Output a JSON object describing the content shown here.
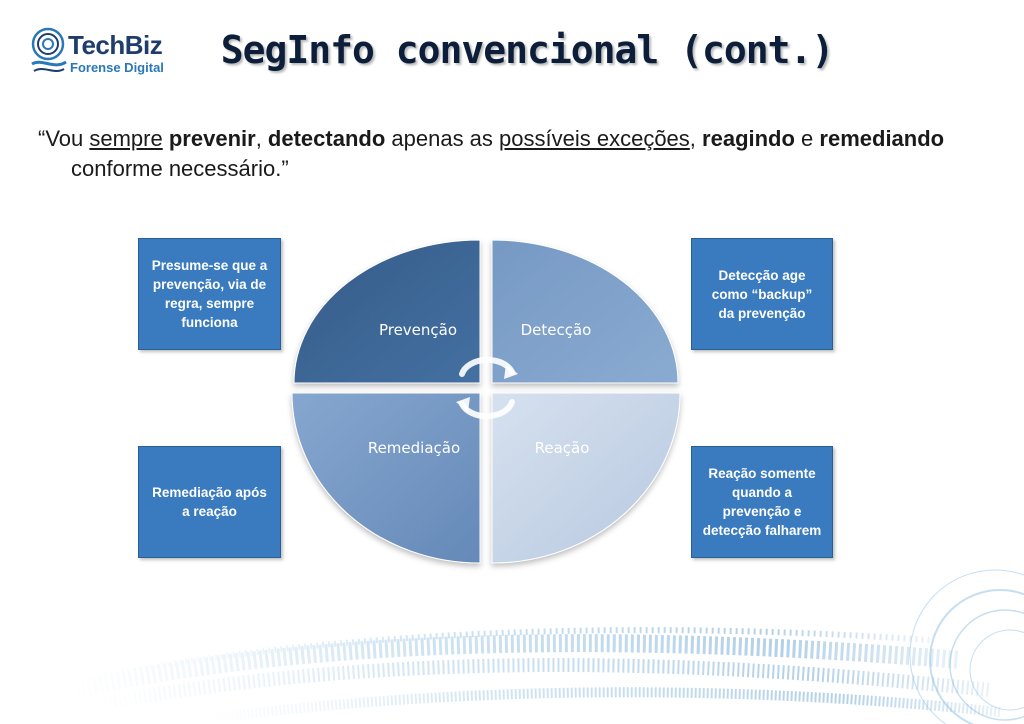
{
  "logo": {
    "brand": "TechBiz",
    "sub": "Forense Digital"
  },
  "title": "SegInfo convencional (cont.)",
  "quote": {
    "p1": "“Vou ",
    "p2": "sempre",
    "p3": " ",
    "p4": "prevenir",
    "p5": ", ",
    "p6": "detectando",
    "p7": " apenas as ",
    "p8": "possíveis exceções",
    "p9": ", ",
    "p10": "reagindo",
    "p11": " e ",
    "p12": "remediando",
    "p13": " conforme necessário.”"
  },
  "quadrants": {
    "prevention": "Prevenção",
    "detection": "Detecção",
    "remediation": "Remediação",
    "reaction": "Reação"
  },
  "boxes": {
    "top_left": "Presume-se que a prevenção, via de regra, sempre funciona",
    "top_right": "Detecção age como “backup” da prevenção",
    "bottom_left": "Remediação após a reação",
    "bottom_right": "Reação somente quando a prevenção e detecção falharem"
  },
  "colors": {
    "prevention": "#3d6694",
    "detection": "#7ea0c8",
    "remediation": "#6f93c1",
    "reaction": "#c5d3e7",
    "box": "#3a7bbf"
  }
}
